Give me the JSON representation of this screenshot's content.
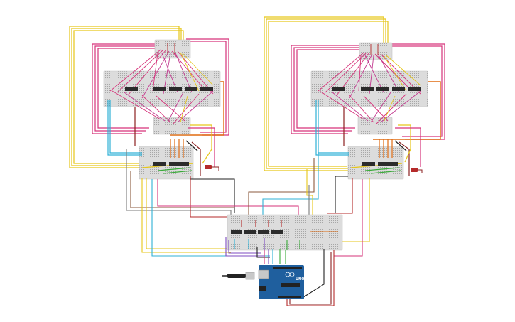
{
  "colors": {
    "background": "#ffffff",
    "breadboard": "#dcdcdc",
    "breadboard_hole": "#8a8a8a",
    "ic_chip": "#2b2b2b",
    "wire_yellow": "#e6c619",
    "wire_pink": "#d6337a",
    "wire_magenta": "#c2388f",
    "wire_red": "#b52a2a",
    "wire_darkred": "#8b2020",
    "wire_orange": "#e06b10",
    "wire_cyan": "#2fb0d6",
    "wire_green": "#3bab3b",
    "wire_gray": "#7a7a7a",
    "wire_brown": "#8b5a3c",
    "wire_purple": "#7c4bc0",
    "wire_black": "#222222",
    "arduino_blue": "#1f5f9e",
    "usb_silver": "#c8c8c8"
  },
  "components": {
    "left_module": {
      "ic_count_top": 5,
      "ic_count_bottom": 2
    },
    "right_module": {
      "ic_count_top": 5,
      "ic_count_bottom": 2
    },
    "center_board": {
      "ic_count": 4
    },
    "microcontroller": {
      "icon": "arduino-board-icon",
      "logo_text": "UNO"
    },
    "usb_cable": {
      "icon": "usb-plug-icon"
    }
  }
}
